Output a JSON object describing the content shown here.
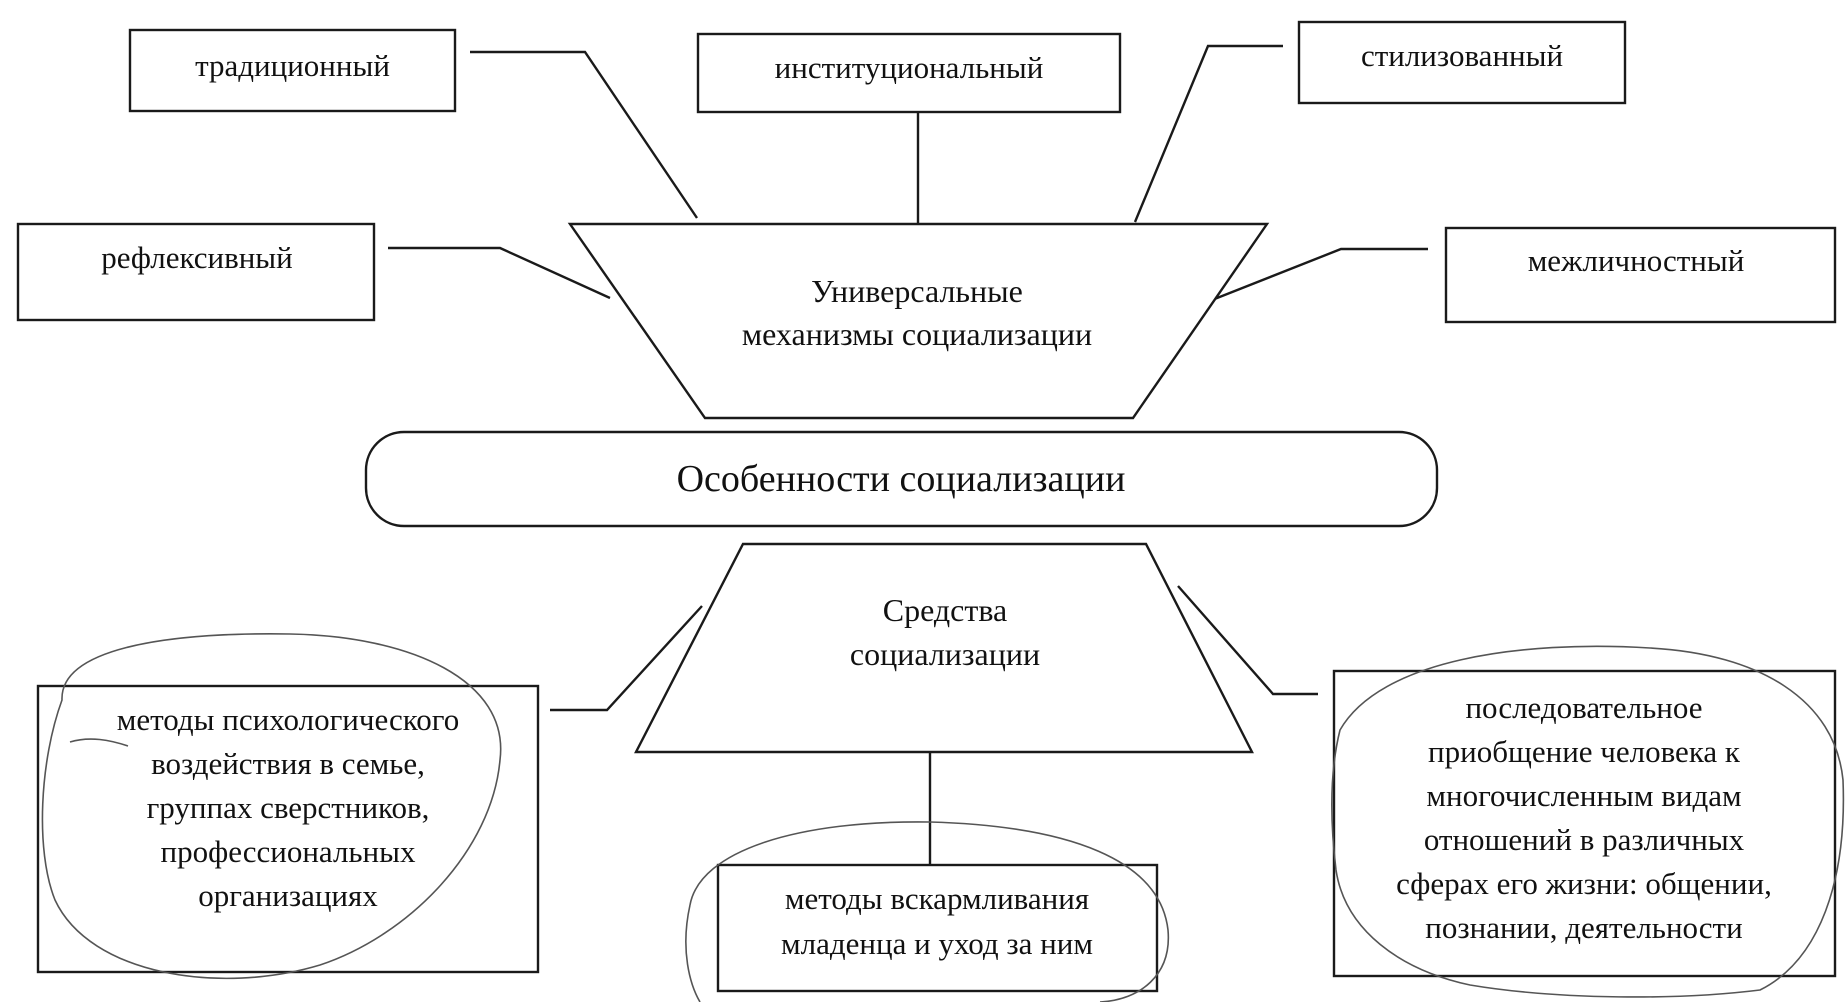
{
  "mechanisms": {
    "traditional": "традиционный",
    "institutional": "институциональный",
    "stylized": "стилизованный",
    "reflexive": "рефлексивный",
    "interpersonal": "межличностный"
  },
  "universal_mechanisms": {
    "line1": "Универсальные",
    "line2": "механизмы социализации"
  },
  "features": {
    "label": "Особенности социализации"
  },
  "means": {
    "line1": "Средства",
    "line2": "социализации"
  },
  "methods_psych": {
    "line1": "методы психологического",
    "line2": "воздействия в семье,",
    "line3": "группах сверстников,",
    "line4": "профессиональных",
    "line5": "организациях"
  },
  "methods_feeding": {
    "line1": "методы вскармливания",
    "line2": "младенца и уход за ним"
  },
  "sequential": {
    "line1": "последовательное",
    "line2": "приобщение человека к",
    "line3": "многочисленным видам",
    "line4": "отношений в различных",
    "line5": "сферах его жизни: общении,",
    "line6": "познании, деятельности"
  }
}
